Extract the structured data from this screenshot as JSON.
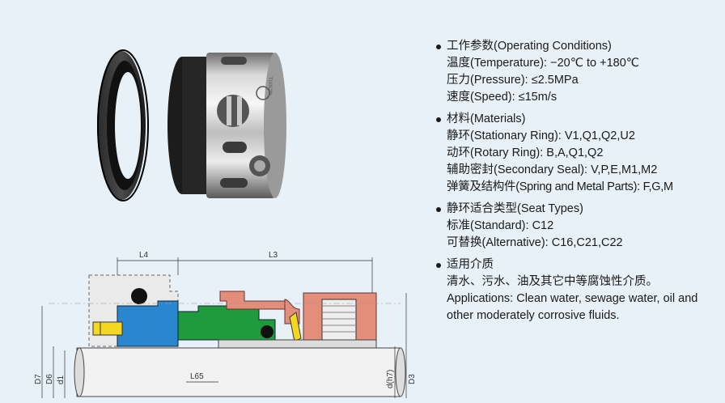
{
  "specs": {
    "operating": {
      "heading": "工作参数(Operating Conditions)",
      "lines": [
        "温度(Temperature): −20℃ to +180℃",
        "压力(Pressure): ≤2.5MPa",
        "速度(Speed): ≤15m/s"
      ]
    },
    "materials": {
      "heading": "材料(Materials)",
      "lines": [
        "静环(Stationary Ring): V1,Q1,Q2,U2",
        "动环(Rotary Ring): B,A,Q1,Q2",
        "辅助密封(Secondary Seal): V,P,E,M1,M2",
        "弹簧及结构件(Spring and Metal Parts): F,G,M"
      ]
    },
    "seat_types": {
      "heading": "静环适合类型(Seat Types)",
      "lines": [
        "标准(Standard): C12",
        "可替换(Alternative): C16,C21,C22"
      ]
    },
    "applications": {
      "heading": "适用介质",
      "lines": [
        "清水、污水、油及其它中等腐蚀性介质。",
        "Applications: Clean water, sewage water, oil and other moderately corrosive fluids."
      ]
    }
  },
  "drawing": {
    "labels": {
      "l4": "L4",
      "l3": "L3",
      "l65": "L65",
      "d7": "D7",
      "d6": "D6",
      "d1": "d1",
      "dh7": "d(h7)",
      "d3": "D3"
    }
  },
  "photo": {
    "logo_text": "TIANJIN"
  },
  "colors": {
    "background": "#e8f1f8",
    "seat_blue": "#2a87cf",
    "ring_green": "#1f9a3c",
    "salmon": "#e38e7b",
    "pin_yellow": "#f4d81f"
  }
}
